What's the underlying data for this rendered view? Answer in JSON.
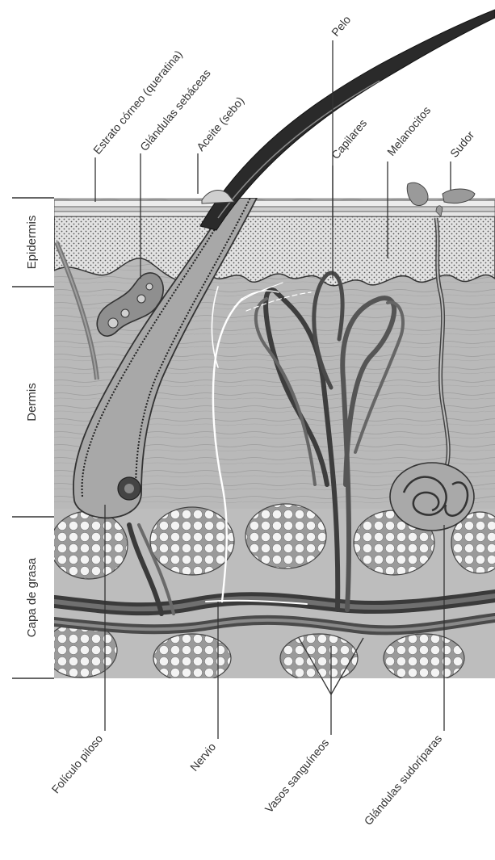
{
  "labels": {
    "layers": {
      "epidermis": "Epidermis",
      "dermis": "Dermis",
      "fat": "Capa de grasa"
    },
    "top": {
      "stratum": "Estrato córneo (queratina)",
      "sebaceous": "Glándulas sebáceas",
      "oil": "Aceite (sebo)",
      "hair": "Pelo",
      "capillaries": "Capilares",
      "melanocytes": "Melanocitos",
      "sweat": "Sudor"
    },
    "bottom": {
      "follicle": "Folículo piloso",
      "nerve": "Nervio",
      "vessels": "Vasos sanguíneos",
      "sweat_glands": "Glándulas sudoríparas"
    }
  },
  "colors": {
    "line": "#333333",
    "dermis": "#b8b8b8",
    "epidermis": "#d8d8d8",
    "fat": "#c4c4c4",
    "fat_cell": "#f4f4f4",
    "vessel": "#555555",
    "vessel_dark": "#3a3a3a",
    "nerve": "#ffffff",
    "hair": "#2a2a2a"
  }
}
